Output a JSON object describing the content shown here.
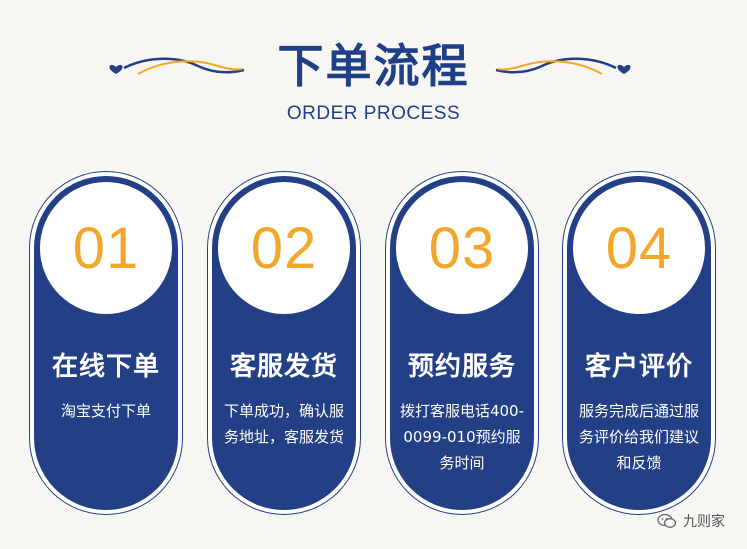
{
  "header": {
    "title": "下单流程",
    "subtitle": "ORDER PROCESS"
  },
  "colors": {
    "navy": "#233f86",
    "orange": "#f3a72a",
    "background": "#f8f6f3",
    "white": "#ffffff"
  },
  "steps": [
    {
      "number": "01",
      "title": "在线下单",
      "description": "淘宝支付下单"
    },
    {
      "number": "02",
      "title": "客服发货",
      "description": "下单成功，确认服务地址，客服发货"
    },
    {
      "number": "03",
      "title": "预约服务",
      "description": "拨打客服电话400-0099-010预约服务时间"
    },
    {
      "number": "04",
      "title": "客户评价",
      "description": "服务完成后通过服务评价给我们建议和反馈"
    }
  ],
  "watermark": {
    "icon": "wechat-icon",
    "text": "九则家"
  }
}
